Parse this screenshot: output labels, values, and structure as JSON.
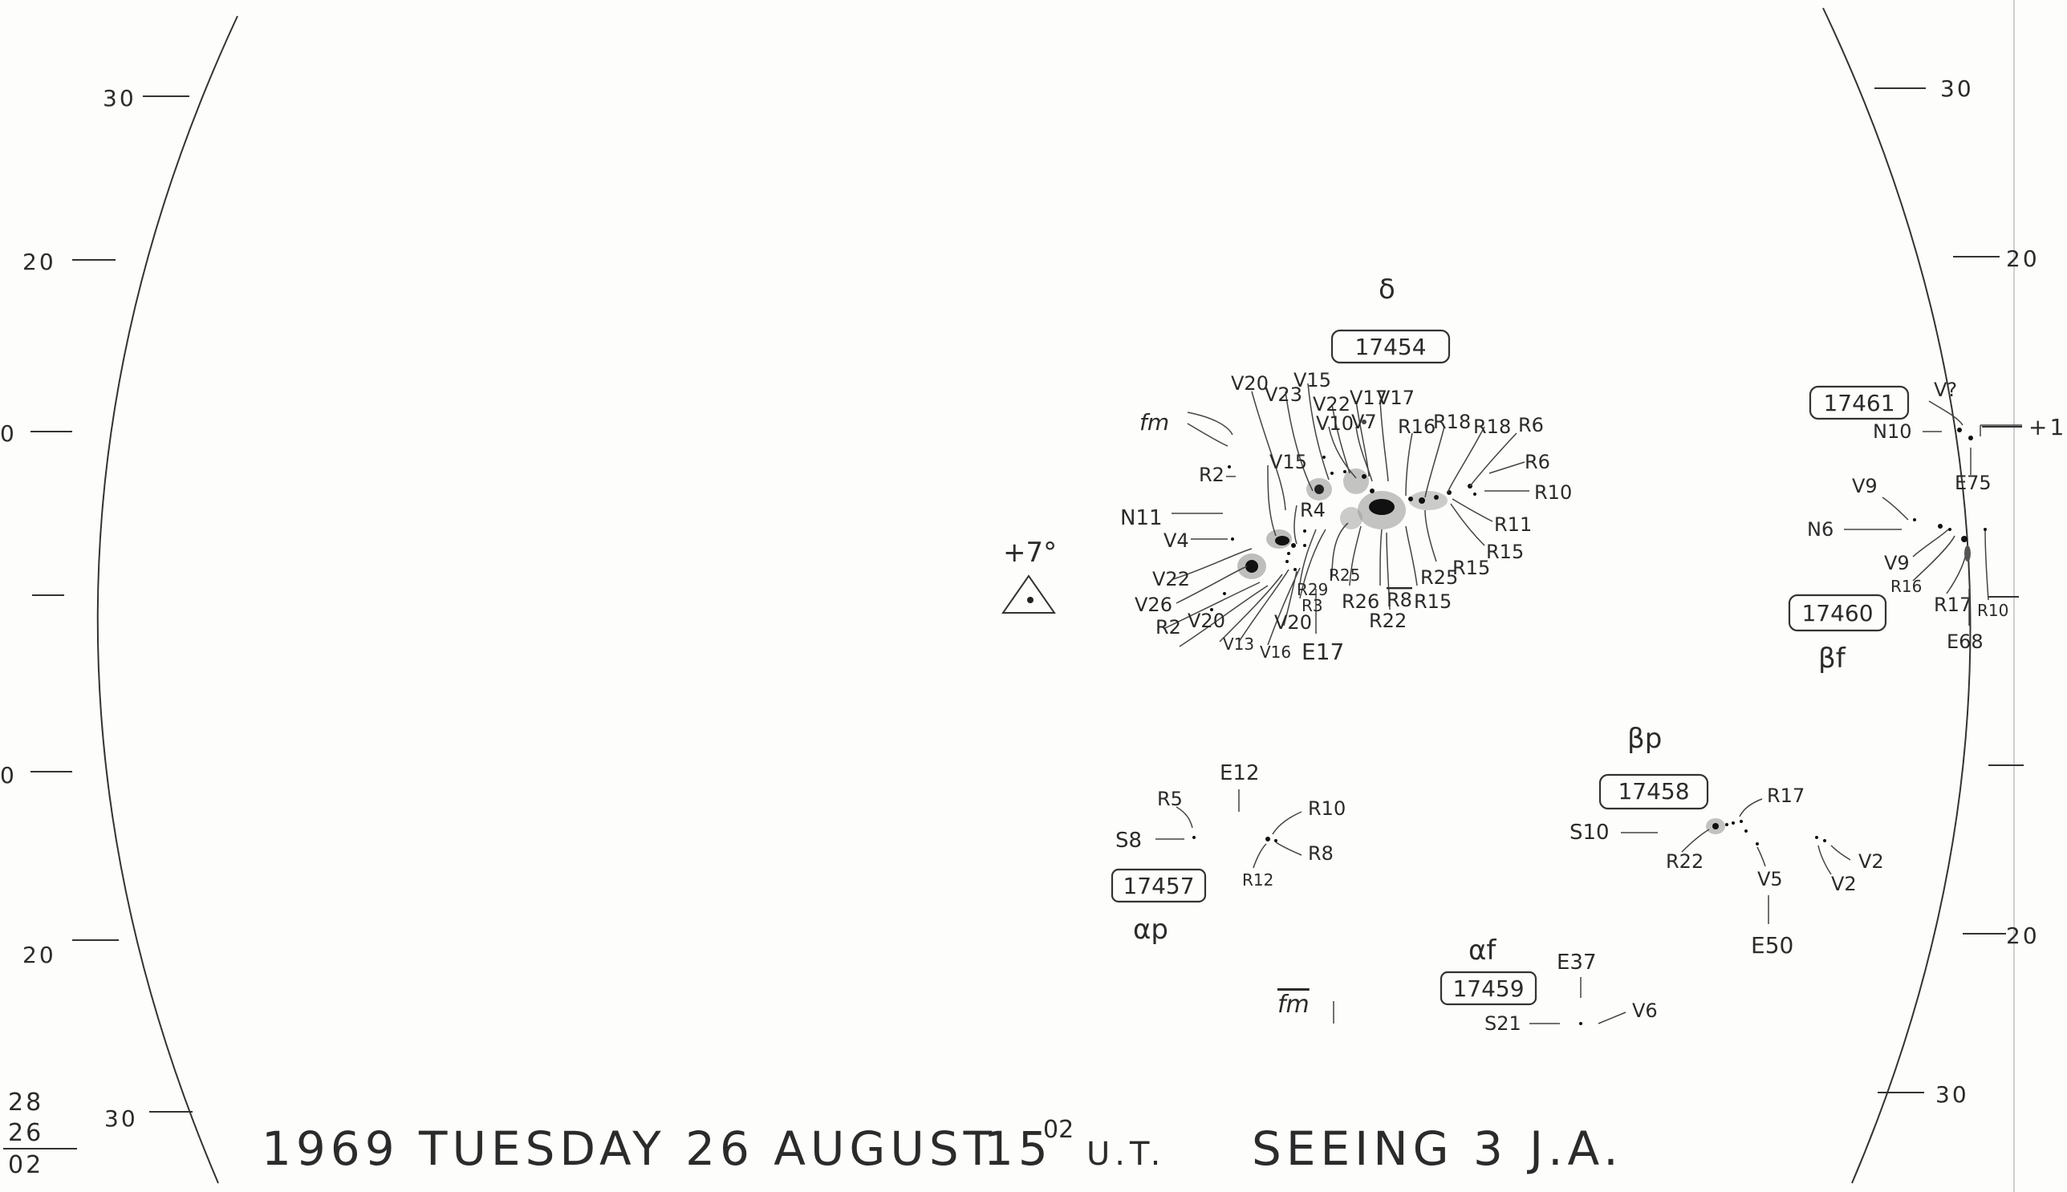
{
  "scale_marks": {
    "left": [
      "30",
      "20",
      "0",
      "0",
      "20",
      "30"
    ],
    "right": [
      "30",
      "20",
      "+1",
      "20",
      "30"
    ]
  },
  "footer": {
    "date_line": "1969 TUESDAY 26 AUGUST",
    "time_main": "15",
    "time_sup": "02",
    "time_unit": "U.T.",
    "seeing": "SEEING 3",
    "observer": "J.A.",
    "margin_numbers": [
      "28",
      "26",
      "02"
    ]
  },
  "orientation_marker": {
    "label": "+7°"
  },
  "groups": [
    {
      "number": "17454",
      "class": "δ",
      "labels": [
        "V20",
        "V23",
        "V15",
        "V22",
        "V17",
        "V17",
        "V10",
        "V7",
        "R16",
        "R18",
        "R18",
        "R6",
        "fm",
        "V15",
        "R2",
        "R4",
        "R6",
        "R10",
        "N11",
        "V4",
        "R11",
        "R15",
        "R15",
        "R25",
        "V22",
        "R25",
        "R29",
        "R3",
        "R26",
        "R8",
        "R15",
        "V26",
        "R2",
        "V20",
        "V20",
        "R22",
        "V13",
        "V16",
        "E17"
      ]
    },
    {
      "number": "17461",
      "class": "",
      "labels": [
        "V?",
        "N10",
        "E75",
        "V9",
        "N6",
        "V9",
        "R16",
        "R17",
        "R10",
        "E68"
      ]
    },
    {
      "number": "17460",
      "class": "βf",
      "labels": []
    },
    {
      "number": "17457",
      "class": "αp",
      "labels": [
        "E12",
        "R5",
        "R10",
        "S8",
        "R8",
        "R12"
      ]
    },
    {
      "number": "17458",
      "class": "βp",
      "labels": [
        "R17",
        "S10",
        "R22",
        "V2",
        "V2",
        "V5",
        "E50"
      ]
    },
    {
      "number": "17459",
      "class": "αf",
      "labels": [
        "E37",
        "S21",
        "V6",
        "fm"
      ]
    }
  ]
}
